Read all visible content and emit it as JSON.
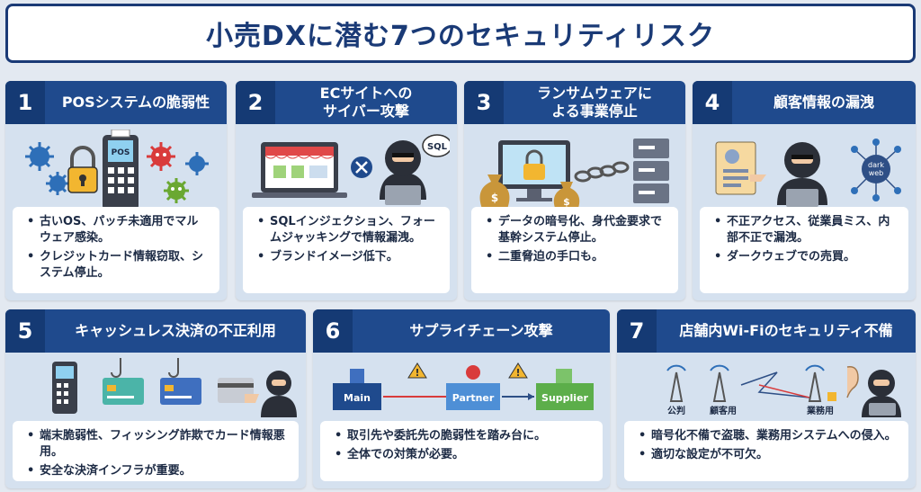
{
  "title": "小売DXに潜む7つのセキュリティリスク",
  "cards": [
    {
      "num": "1",
      "title": "POSシステムの脆弱性",
      "icon_labels": {
        "pos": "POS"
      },
      "bullets": [
        "古いOS、パッチ未適用でマルウェア感染。",
        "クレジットカード情報窃取、システム停止。"
      ]
    },
    {
      "num": "2",
      "title": "ECサイトへの\nサイバー攻撃",
      "icon_labels": {
        "sql": "SQL"
      },
      "bullets": [
        "SQLインジェクション、フォームジャッキングで情報漏洩。",
        "ブランドイメージ低下。"
      ]
    },
    {
      "num": "3",
      "title": "ランサムウェアに\nよる事業停止",
      "bullets": [
        "データの暗号化、身代金要求で基幹システム停止。",
        "二重脅迫の手口も。"
      ]
    },
    {
      "num": "4",
      "title": "顧客情報の漏洩",
      "icon_labels": {
        "dark": "dark",
        "web": "web"
      },
      "bullets": [
        "不正アクセス、従業員ミス、内部不正で漏洩。",
        "ダークウェブでの売買。"
      ]
    },
    {
      "num": "5",
      "title": "キャッシュレス決済の不正利用",
      "bullets": [
        "端末脆弱性、フィッシング詐欺でカード情報悪用。",
        "安全な決済インフラが重要。"
      ]
    },
    {
      "num": "6",
      "title": "サプライチェーン攻撃",
      "nodes": [
        "Main",
        "Partner",
        "Supplier"
      ],
      "bullets": [
        "取引先や委託先の脆弱性を踏み台に。",
        "全体での対策が必要。"
      ]
    },
    {
      "num": "7",
      "title": "店舗内Wi-Fiのセキュリティ不備",
      "wifi_labels": [
        "公判",
        "顧客用",
        "業務用"
      ],
      "bullets": [
        "暗号化不備で盗聴、業務用システムへの侵入。",
        "適切な設定が不可欠。"
      ]
    }
  ],
  "colors": {
    "header": "#1f4a8d",
    "number_box": "#153a74",
    "title": "#1a3a76",
    "card_bg": "#d5e1ef"
  }
}
